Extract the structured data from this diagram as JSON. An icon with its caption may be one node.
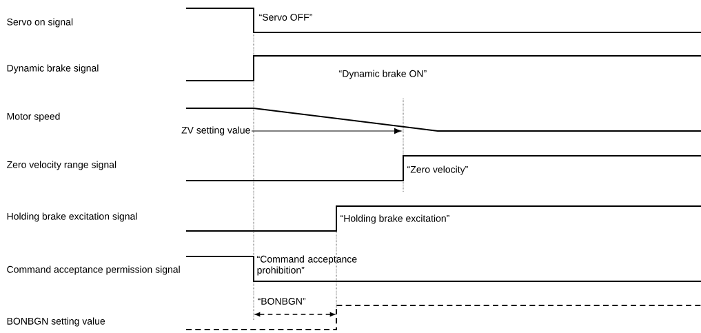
{
  "diagram": {
    "nodes": [
      {
        "text": [
          "ZV setting value"
        ]
      },
      {
        "text": [],
        "shape": "line"
      }
    ],
    "edges": [
      {
        "from": 0,
        "to": 1,
        "arrow": "to"
      }
    ],
    "labels": [
      "Servo on signal",
      "“Servo OFF”",
      "Dynamic brake signal",
      "“Dynamic brake ON”",
      "Motor speed",
      "Zero velocity range signal",
      "“Zero velocity”",
      "Holding brake excitation signal",
      "“Holding brake excitation”",
      "Command acceptance permission signal",
      "“Command acceptance prohibition”",
      "“BONBGN”",
      "BONBGN setting value"
    ]
  }
}
